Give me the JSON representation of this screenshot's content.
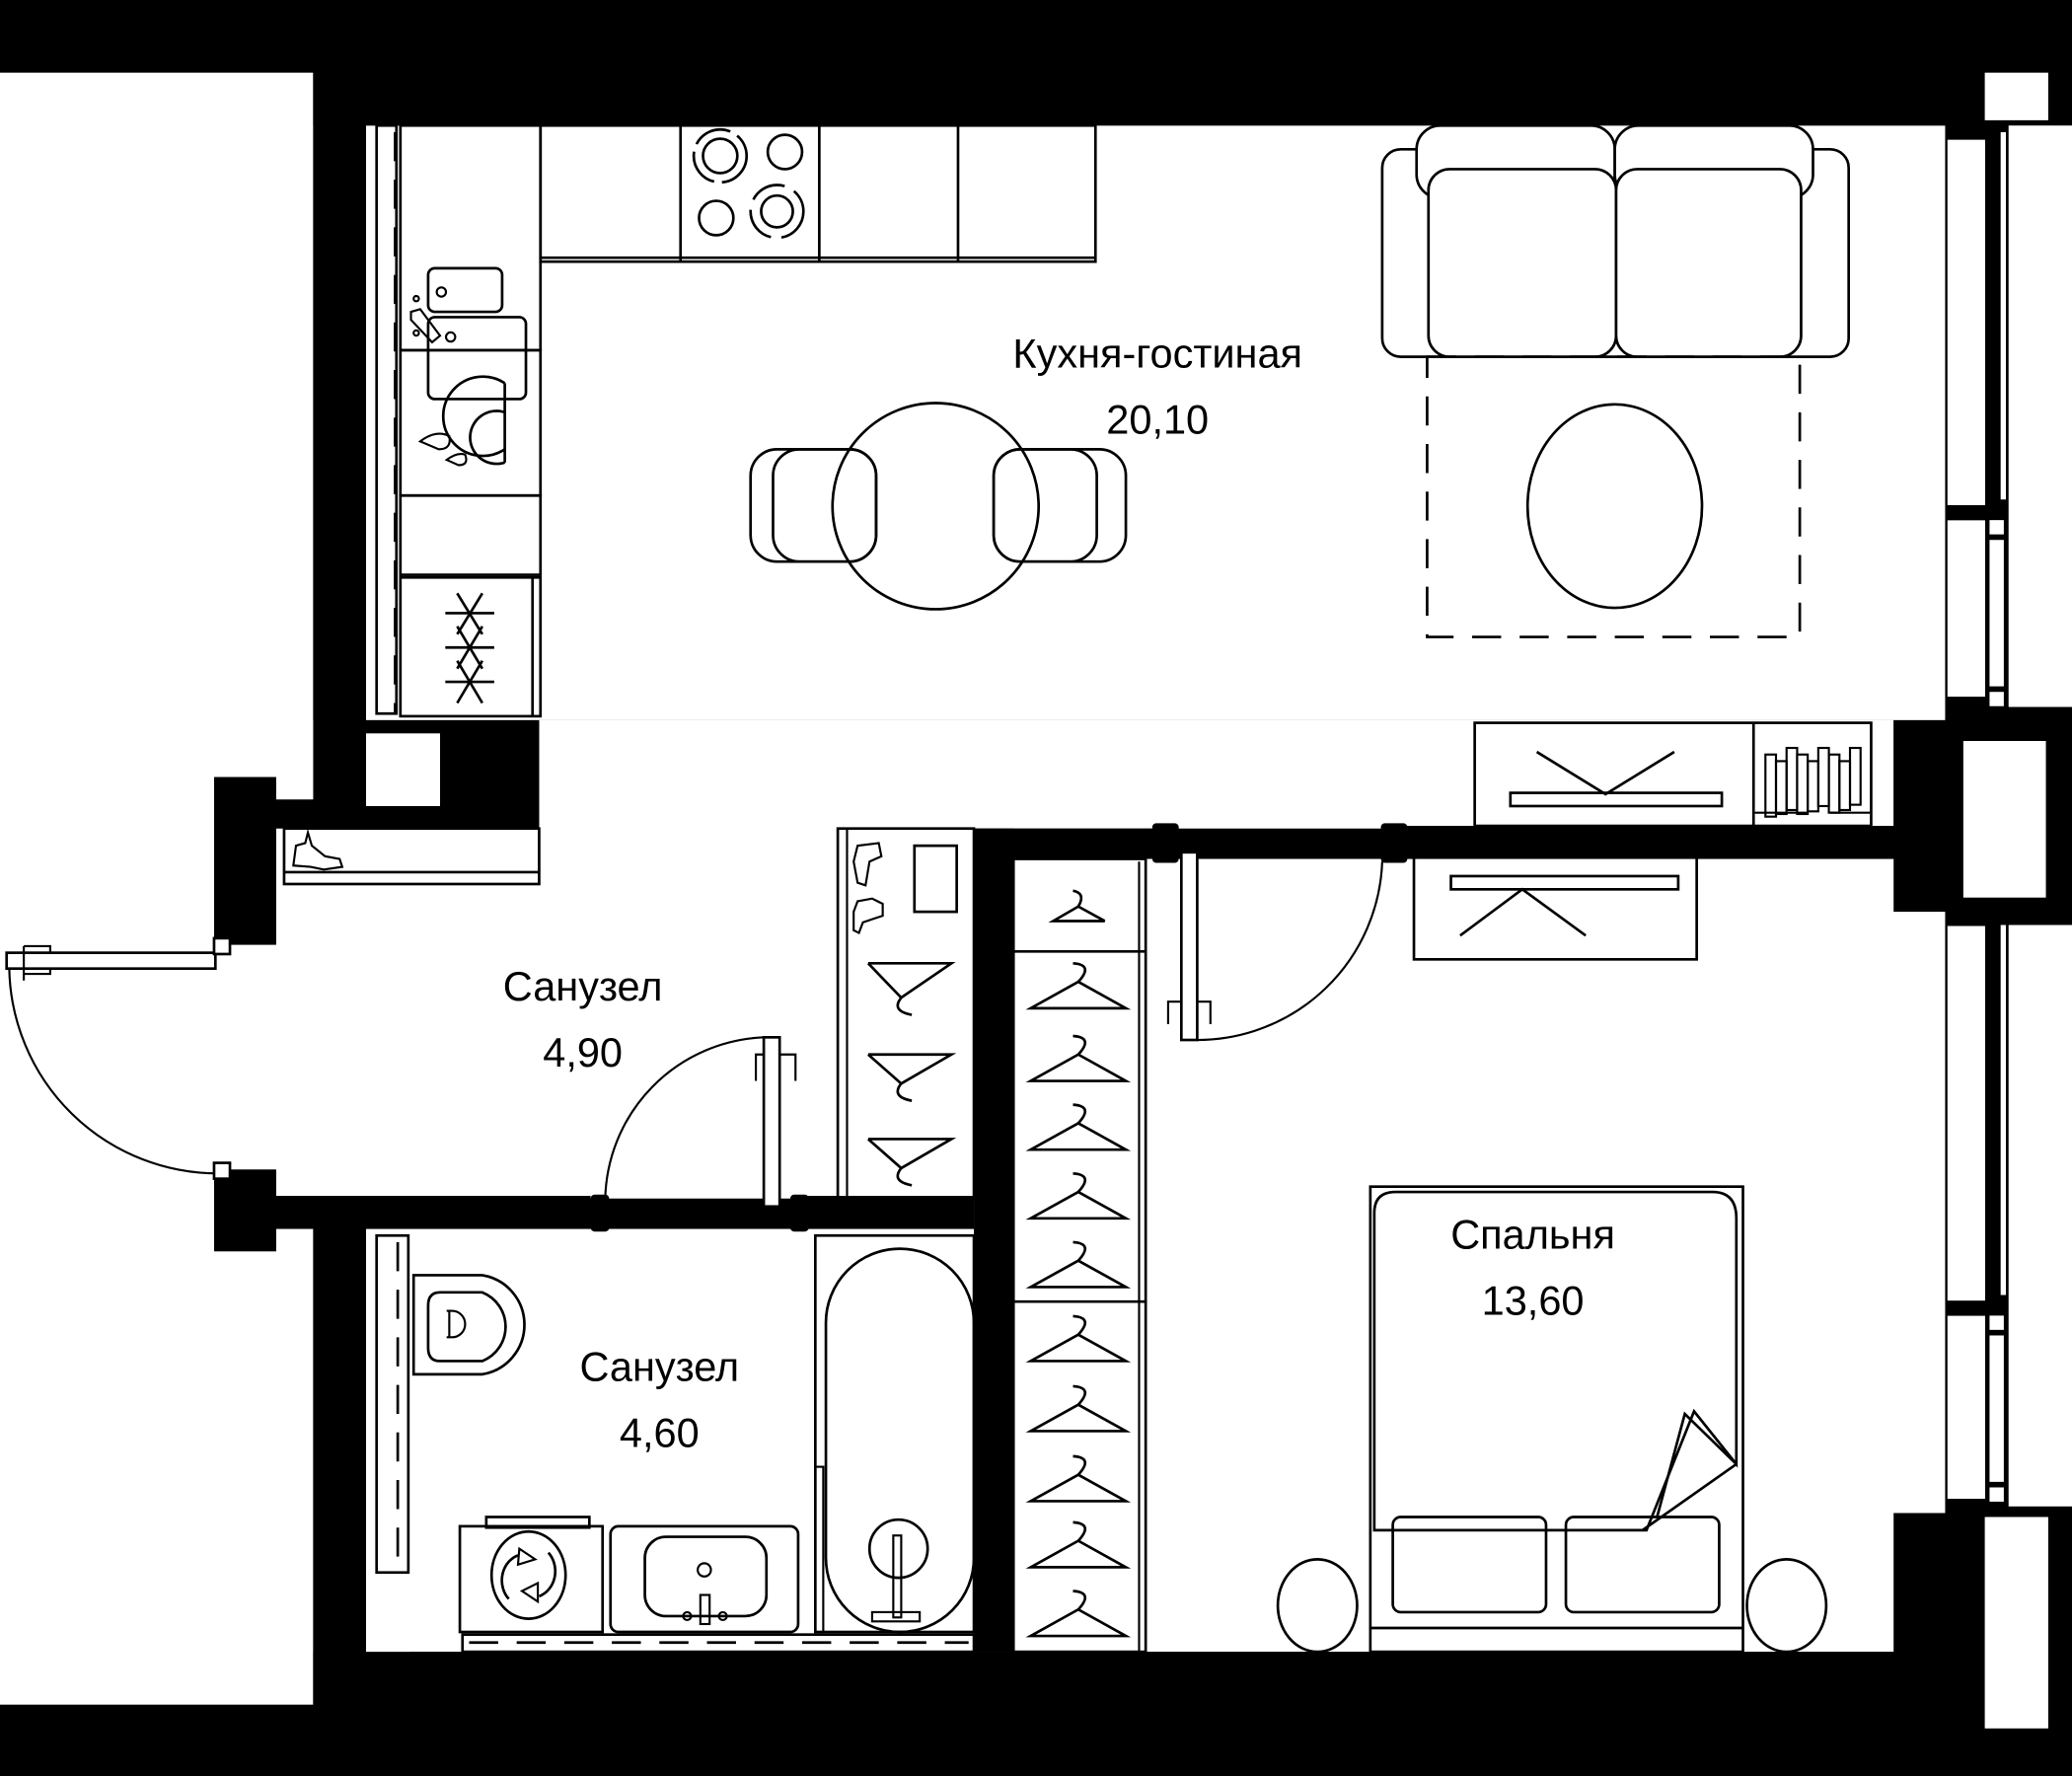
{
  "plan": {
    "type": "apartment-floor-plan",
    "colors": {
      "wall": "#000000",
      "floor": "#ffffff",
      "line": "#000000"
    },
    "rooms": [
      {
        "id": "kitchen-living",
        "name": "Кухня-гостиная",
        "area": "20,10"
      },
      {
        "id": "hall-bathroom",
        "name": "Санузел",
        "area": "4,90"
      },
      {
        "id": "bathroom",
        "name": "Санузел",
        "area": "4,60"
      },
      {
        "id": "bedroom",
        "name": "Спальня",
        "area": "13,60"
      }
    ],
    "furniture": [
      "kitchen-counter",
      "sink",
      "dishwasher",
      "oven",
      "gas-hob",
      "electric-hob",
      "dining-table",
      "dining-chair",
      "sofa",
      "coffee-table",
      "rug",
      "tv-stand",
      "bookshelf",
      "shoe-cabinet",
      "wardrobe",
      "clothes-hanger",
      "toilet",
      "washing-machine",
      "washbasin",
      "bathtub",
      "double-bed",
      "pillow",
      "nightstand"
    ],
    "doors": [
      "entrance-door",
      "bathroom-door",
      "bedroom-door"
    ]
  }
}
